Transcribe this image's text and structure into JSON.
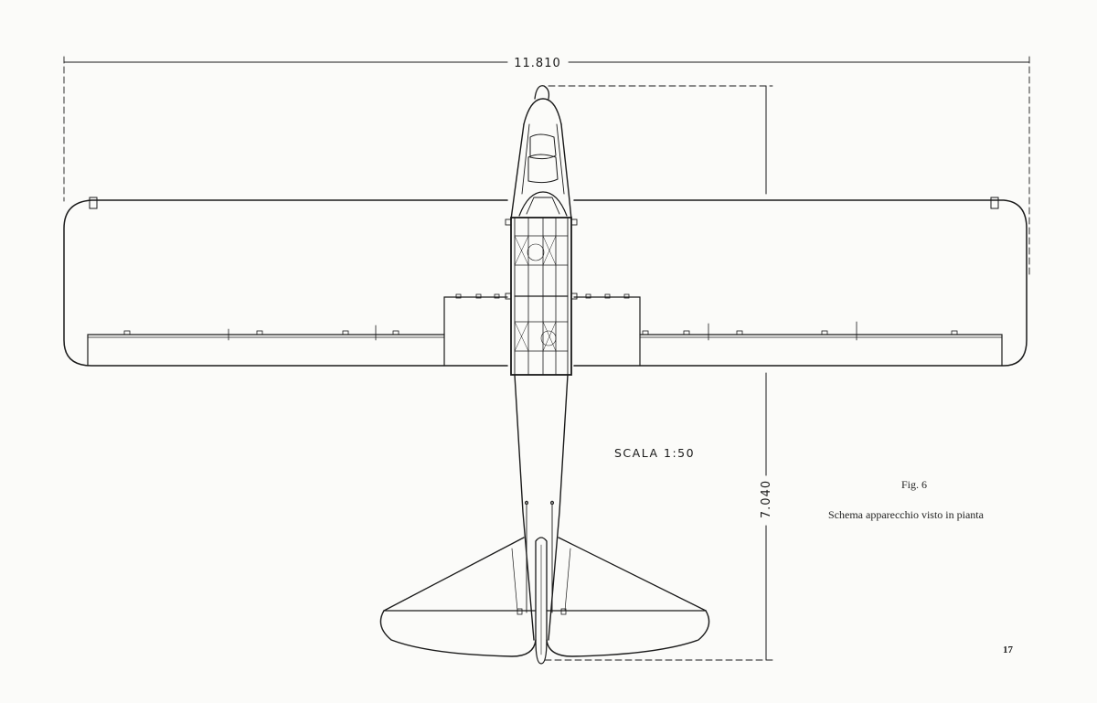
{
  "dimensions": {
    "wingspan": "11.810",
    "length": "7.040"
  },
  "scale": "SCALA 1:50",
  "caption": {
    "figure": "Fig. 6",
    "text": "Schema apparecchio visto in pianta"
  },
  "page_number": "17",
  "colors": {
    "ink": "#1a1a1a",
    "paper": "#fbfbf9"
  }
}
